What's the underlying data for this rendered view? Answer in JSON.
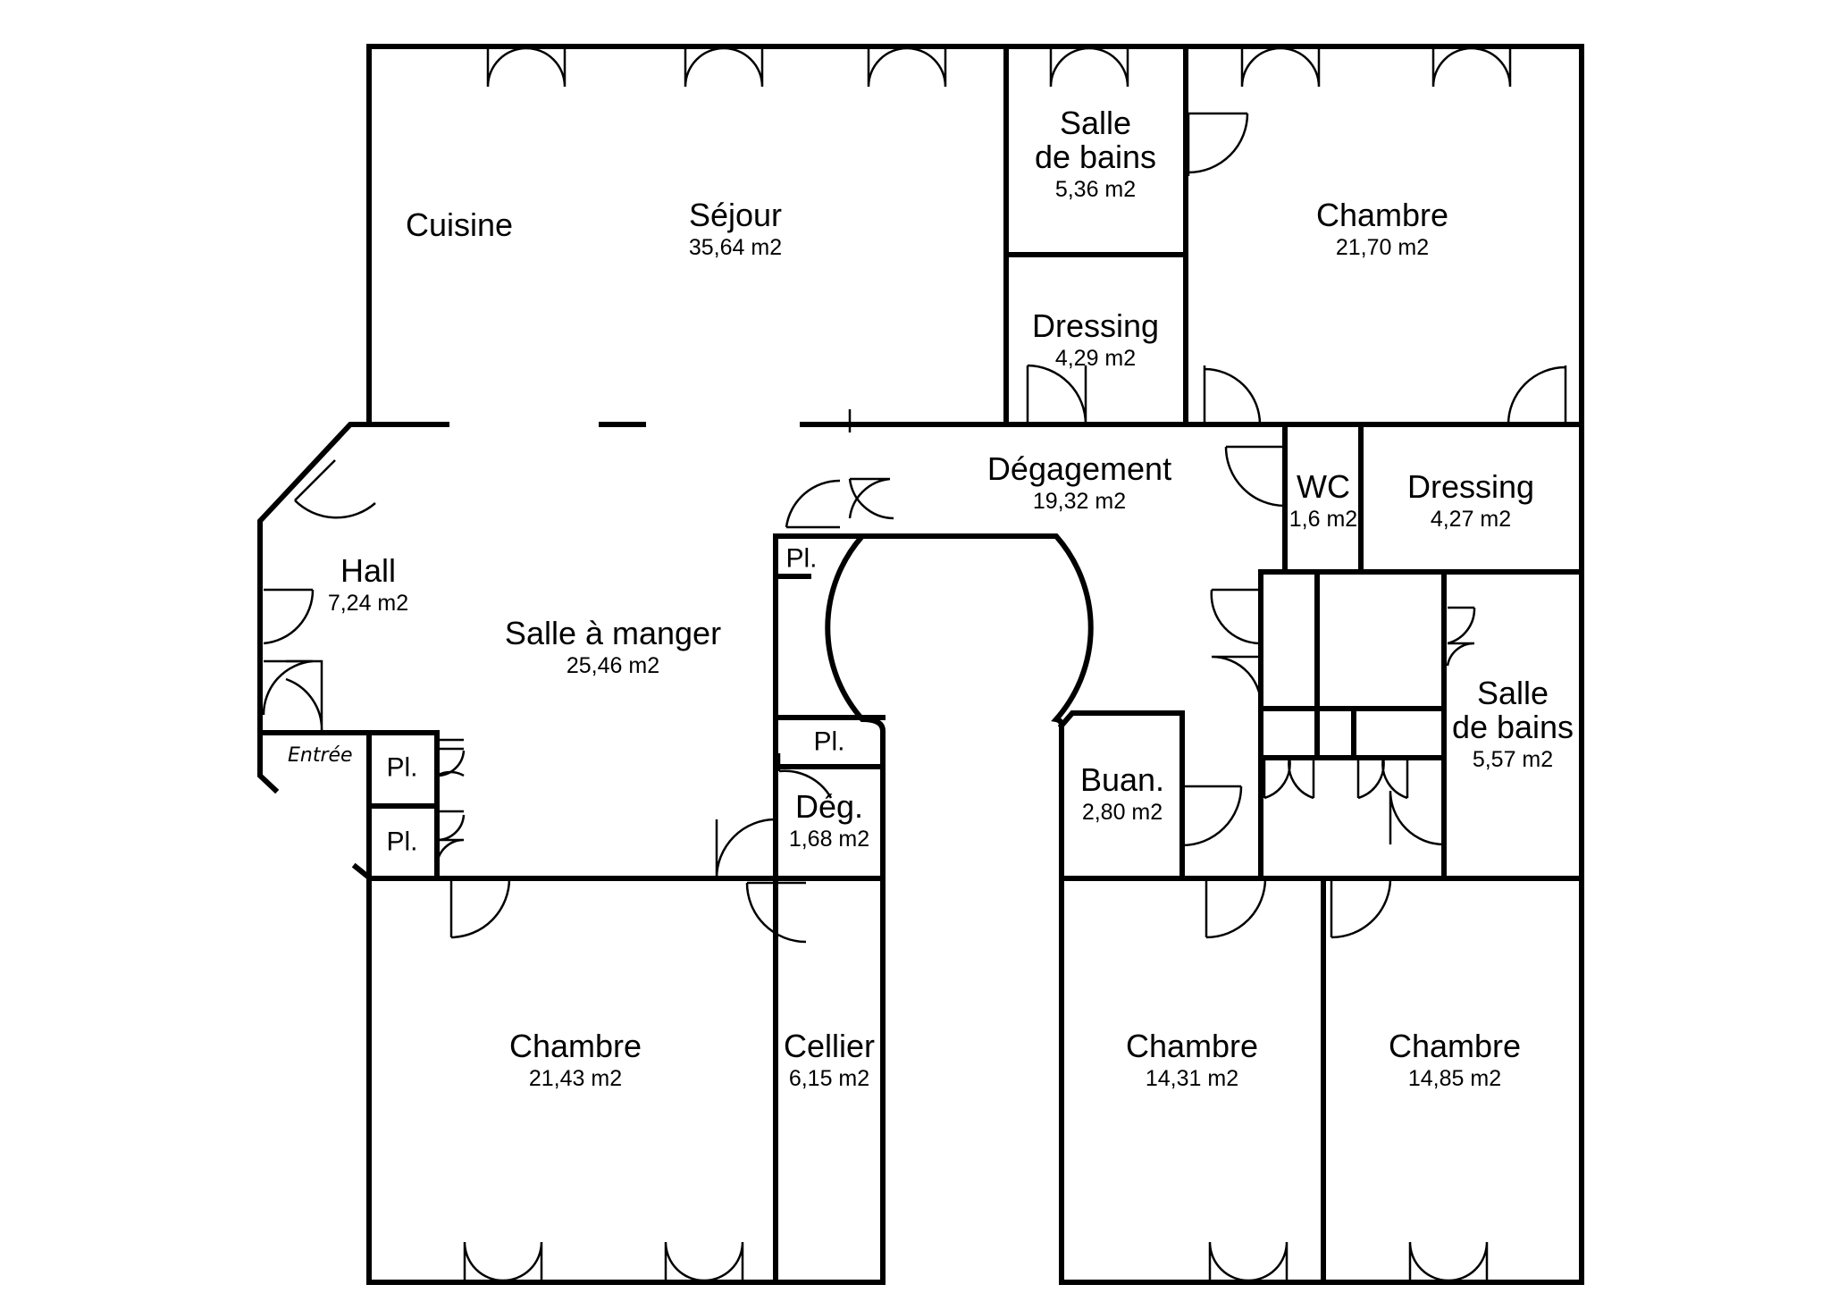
{
  "plan": {
    "rooms": [
      {
        "key": "cuisine",
        "name": "Cuisine",
        "area": ""
      },
      {
        "key": "sejour",
        "name": "Séjour",
        "area": "35,64 m2"
      },
      {
        "key": "sdb1",
        "name": "Salle\nde bains",
        "area": "5,36 m2"
      },
      {
        "key": "chambre1",
        "name": "Chambre",
        "area": "21,70 m2"
      },
      {
        "key": "dressing1",
        "name": "Dressing",
        "area": "4,29 m2"
      },
      {
        "key": "degagement",
        "name": "Dégagement",
        "area": "19,32 m2"
      },
      {
        "key": "wc",
        "name": "WC",
        "area": "1,6 m2"
      },
      {
        "key": "dressing2",
        "name": "Dressing",
        "area": "4,27 m2"
      },
      {
        "key": "hall",
        "name": "Hall",
        "area": "7,24 m2"
      },
      {
        "key": "salle_manger",
        "name": "Salle à manger",
        "area": "25,46 m2"
      },
      {
        "key": "pl1",
        "name": "Pl.",
        "area": ""
      },
      {
        "key": "pl2",
        "name": "Pl.",
        "area": ""
      },
      {
        "key": "pl3",
        "name": "Pl.",
        "area": ""
      },
      {
        "key": "pl4",
        "name": "Pl.",
        "area": ""
      },
      {
        "key": "deg",
        "name": "Dég.",
        "area": "1,68 m2"
      },
      {
        "key": "sdb2",
        "name": "Salle\nde bains",
        "area": "5,57 m2"
      },
      {
        "key": "buan",
        "name": "Buan.",
        "area": "2,80 m2"
      },
      {
        "key": "chambre2",
        "name": "Chambre",
        "area": "21,43 m2"
      },
      {
        "key": "cellier",
        "name": "Cellier",
        "area": "6,15 m2"
      },
      {
        "key": "chambre3",
        "name": "Chambre",
        "area": "14,31 m2"
      },
      {
        "key": "chambre4",
        "name": "Chambre",
        "area": "14,85 m2"
      }
    ],
    "entree_label": "Entrée"
  }
}
